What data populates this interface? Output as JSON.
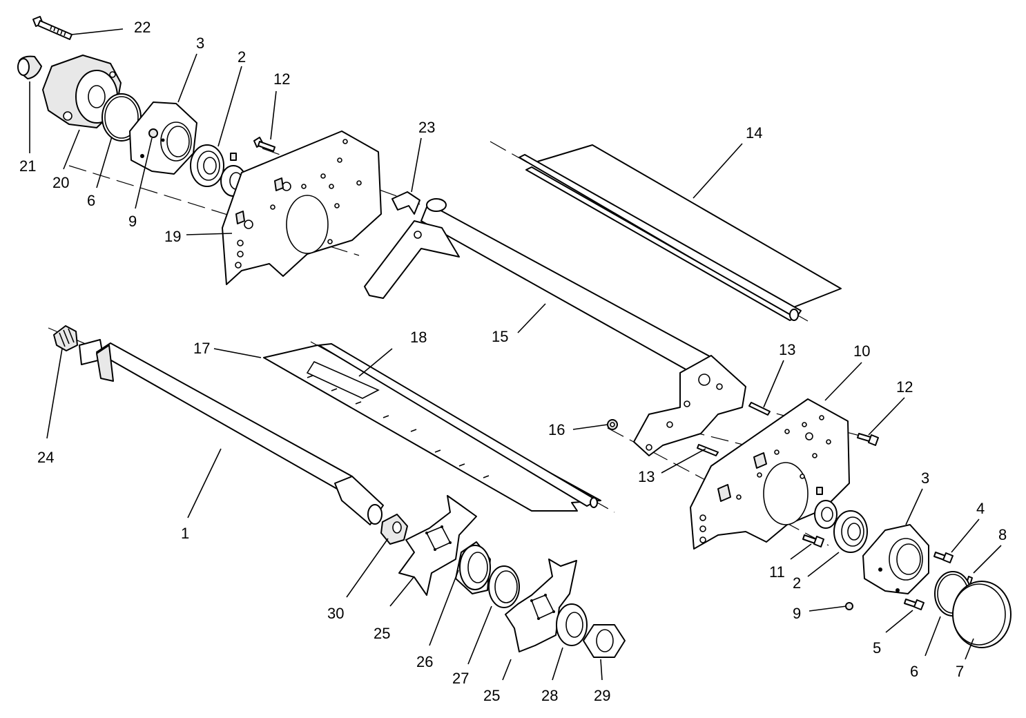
{
  "callouts": {
    "c1": "1",
    "c2a": "2",
    "c2b": "2",
    "c3a": "3",
    "c3b": "3",
    "c4": "4",
    "c5": "5",
    "c6a": "6",
    "c6b": "6",
    "c7": "7",
    "c8": "8",
    "c9a": "9",
    "c9b": "9",
    "c10": "10",
    "c11": "11",
    "c12a": "12",
    "c12b": "12",
    "c13a": "13",
    "c13b": "13",
    "c14": "14",
    "c15": "15",
    "c16": "16",
    "c17": "17",
    "c18": "18",
    "c19": "19",
    "c20": "20",
    "c21": "21",
    "c22": "22",
    "c23": "23",
    "c24": "24",
    "c25a": "25",
    "c25b": "25",
    "c26": "26",
    "c27": "27",
    "c28": "28",
    "c29": "29",
    "c30": "30"
  }
}
